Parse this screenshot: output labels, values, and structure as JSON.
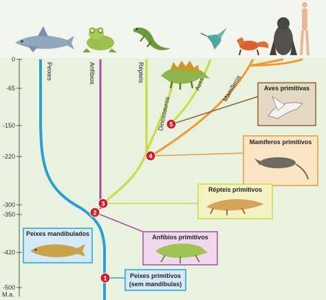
{
  "axis": {
    "ticks": [
      "0",
      "-65",
      "-150",
      "-220",
      "-300",
      "-350",
      "-420",
      "-500"
    ],
    "unit": "M.a."
  },
  "lineages": {
    "fish": "Peixes",
    "amphibians": "Anfíbios",
    "reptiles": "Répteis",
    "dinosaurs": "Dinossauros",
    "birds": "Aves",
    "mammals": "Mamíferos"
  },
  "markers": [
    "1",
    "2",
    "3",
    "4",
    "5"
  ],
  "boxes": {
    "early_birds": "Aves primitivas",
    "early_mammals": "Mamíferos primitivos",
    "early_reptiles": "Répteis primitivos",
    "early_amphibians": "Anfíbios primitivos",
    "jawed_fish": "Peixes mandibulados",
    "jawless_fish_line1": "Peixes primitivos",
    "jawless_fish_line2": "(sem mandíbulas)"
  },
  "colors": {
    "fish": "#2a9fd6",
    "amphibians": "#a64ca6",
    "reptiles": "#c9dc3c",
    "birds_dinos": "#8a6436",
    "mammals": "#ee9a30",
    "marker": "#cc1f2a",
    "background": "#e9f1df"
  }
}
